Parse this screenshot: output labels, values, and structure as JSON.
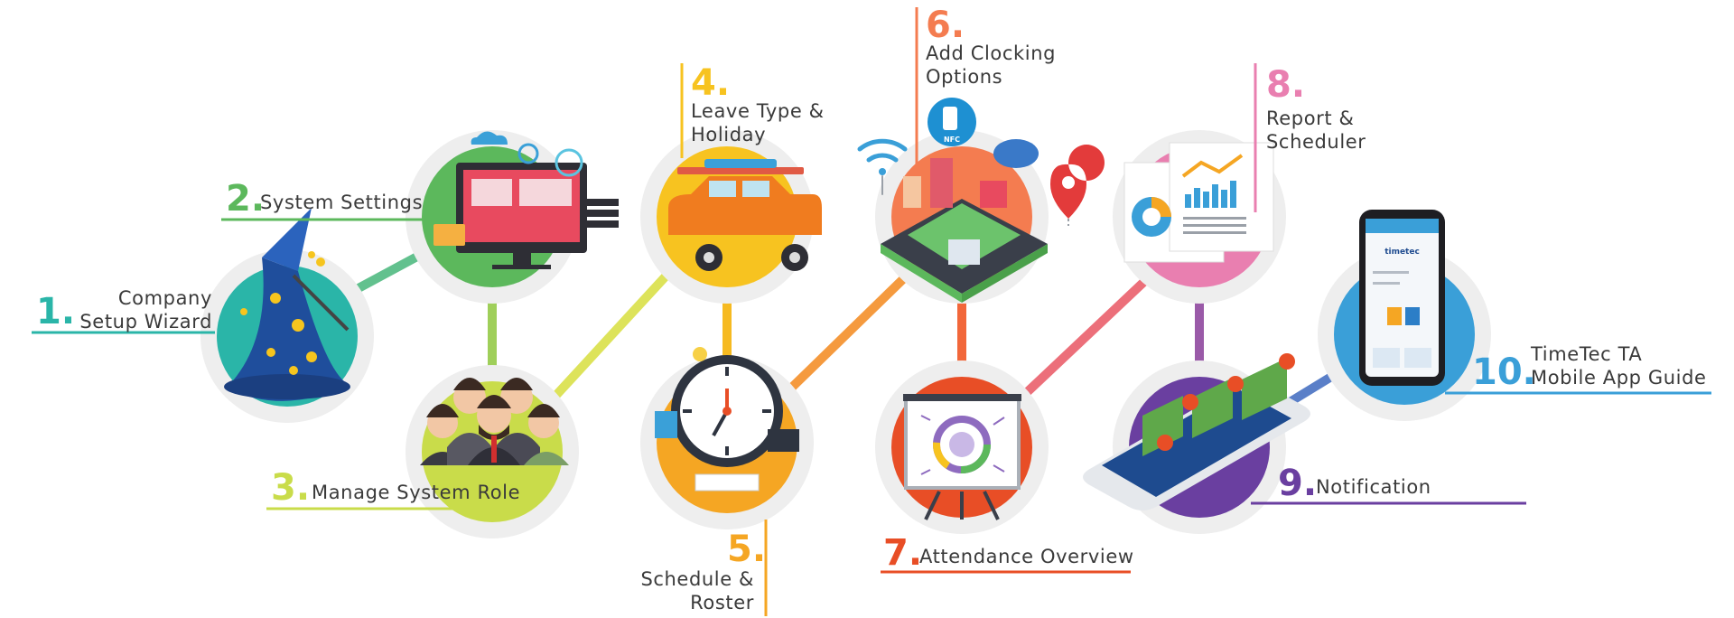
{
  "steps": [
    {
      "number": "1.",
      "label_lines": [
        "Company",
        "Setup Wizard"
      ],
      "color": "#2ab5a8",
      "icon": "wizard-hat-icon"
    },
    {
      "number": "2.",
      "label_lines": [
        "System Settings"
      ],
      "color": "#5cb85c",
      "icon": "desktop-settings-icon"
    },
    {
      "number": "3.",
      "label_lines": [
        "Manage System Role"
      ],
      "color": "#c9dc4a",
      "icon": "team-people-icon"
    },
    {
      "number": "4.",
      "label_lines": [
        "Leave Type &",
        "Holiday"
      ],
      "color": "#f7c320",
      "icon": "holiday-car-icon"
    },
    {
      "number": "5.",
      "label_lines": [
        "Schedule &",
        "Roster"
      ],
      "color": "#f5a623",
      "icon": "clock-schedule-icon"
    },
    {
      "number": "6.",
      "label_lines": [
        "Add Clocking",
        "Options"
      ],
      "color": "#f47c50",
      "icon": "city-map-icon"
    },
    {
      "number": "7.",
      "label_lines": [
        "Attendance Overview"
      ],
      "color": "#e84e26",
      "icon": "presentation-board-icon"
    },
    {
      "number": "8.",
      "label_lines": [
        "Report &",
        "Scheduler"
      ],
      "color": "#e97fb0",
      "icon": "report-charts-icon"
    },
    {
      "number": "9.",
      "label_lines": [
        "Notification"
      ],
      "color": "#6a3fa0",
      "icon": "chat-notification-icon"
    },
    {
      "number": "10.",
      "label_lines": [
        "TimeTec TA",
        "Mobile App Guide"
      ],
      "color": "#3a9fd8",
      "icon": "smartphone-app-icon"
    }
  ],
  "badges": {
    "nfc": "NFC",
    "phone_brand": "timetec"
  },
  "colors": {
    "halo": "#eeeeee",
    "text": "#3a3a3a"
  }
}
